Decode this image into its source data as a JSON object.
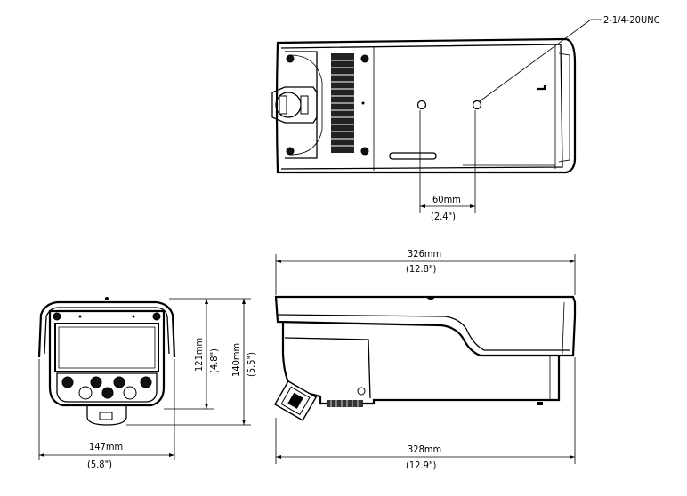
{
  "thread_callout": "2-1/4-20UNC",
  "dimensions": {
    "mount_spacing": {
      "value": "60mm",
      "inch": "(2.4\")"
    },
    "body_length_top": {
      "value": "326mm",
      "inch": "(12.8\")"
    },
    "body_length_bottom": {
      "value": "328mm",
      "inch": "(12.9\")"
    },
    "width": {
      "value": "147mm",
      "inch": "(5.8\")"
    },
    "height_body": {
      "value": "121mm",
      "inch": "(4.8\")"
    },
    "height_total": {
      "value": "140mm",
      "inch": "(5.5\")"
    }
  }
}
